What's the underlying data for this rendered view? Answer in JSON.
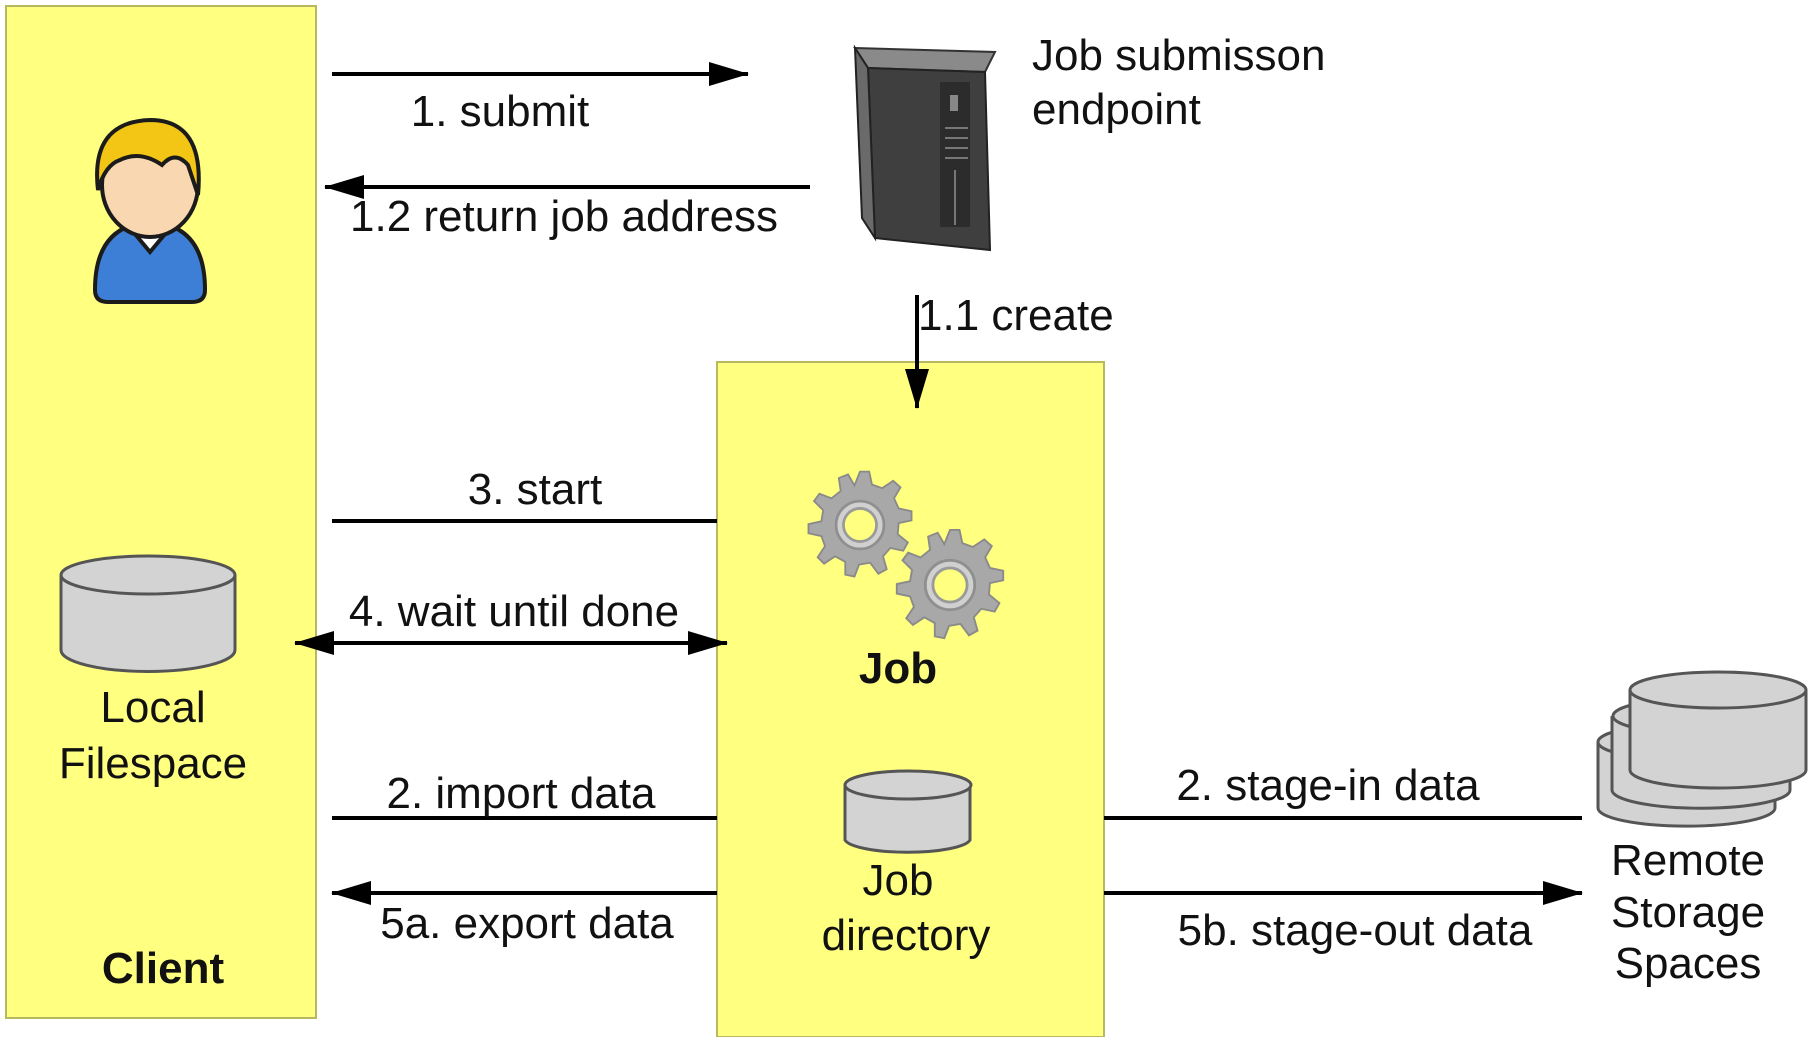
{
  "client_panel": {
    "title": "Client",
    "local_filespace": [
      "Local",
      "Filespace"
    ]
  },
  "server": {
    "label": [
      "Job submisson",
      "endpoint"
    ]
  },
  "job_panel": {
    "title": "Job",
    "job_directory": [
      "Job",
      "directory"
    ]
  },
  "remote_storage": {
    "label": [
      "Remote",
      "Storage",
      "Spaces"
    ]
  },
  "arrows": {
    "submit": "1. submit",
    "return_job_address": "1.2 return job address",
    "create": "1.1 create",
    "start": "3. start",
    "wait_until_done": "4. wait until done",
    "import_data": "2. import data",
    "export_data": "5a. export data",
    "stage_in_data": "2. stage-in data",
    "stage_out_data": "5b. stage-out data"
  },
  "colors": {
    "panel_fill": "#ffff80",
    "panel_border": "#b8b860",
    "cylinder_fill": "#d3d3d3",
    "cylinder_stroke": "#555555",
    "server_body": "#555555",
    "gear_fill": "#a9a9a9",
    "user_hair": "#f3c515",
    "user_shirt": "#3d7fd6",
    "arrow": "#000000"
  }
}
